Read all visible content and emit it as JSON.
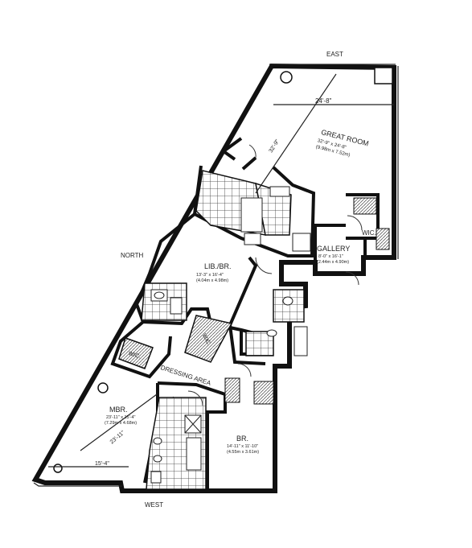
{
  "compass": {
    "east": "EAST",
    "north": "NORTH",
    "west": "WEST"
  },
  "rooms": {
    "great_room": {
      "name": "GREAT ROOM",
      "dim_ft": "32'-9\" x 24'-8\"",
      "dim_m": "(9.98m x 7.52m)",
      "width_label": "24'-8\"",
      "length_label": "32'-9\""
    },
    "lib_br": {
      "name": "LIB./BR.",
      "dim_ft": "13'-3\" x 16'-4\"",
      "dim_m": "(4.04m x 4.98m)"
    },
    "gallery": {
      "name": "GALLERY",
      "dim_ft": "8'-0\" x 16'-1\"",
      "dim_m": "(2.44m x 4.90m)"
    },
    "mbr": {
      "name": "MBR.",
      "dim_ft": "23'-11\" x 15'-4\"",
      "dim_m": "(7.29m x 4.68m)",
      "length_label": "23'-11\"",
      "width_label": "15'-4\""
    },
    "br": {
      "name": "BR.",
      "dim_ft": "14'-11\" x 11'-10\"",
      "dim_m": "(4.55m x 3.61m)"
    },
    "wic_1": {
      "name": "WIC."
    },
    "wic_2": {
      "name": "WIC."
    },
    "wic_3": {
      "name": "WIC."
    },
    "dressing_area": {
      "name": "DRESSING AREA"
    }
  }
}
